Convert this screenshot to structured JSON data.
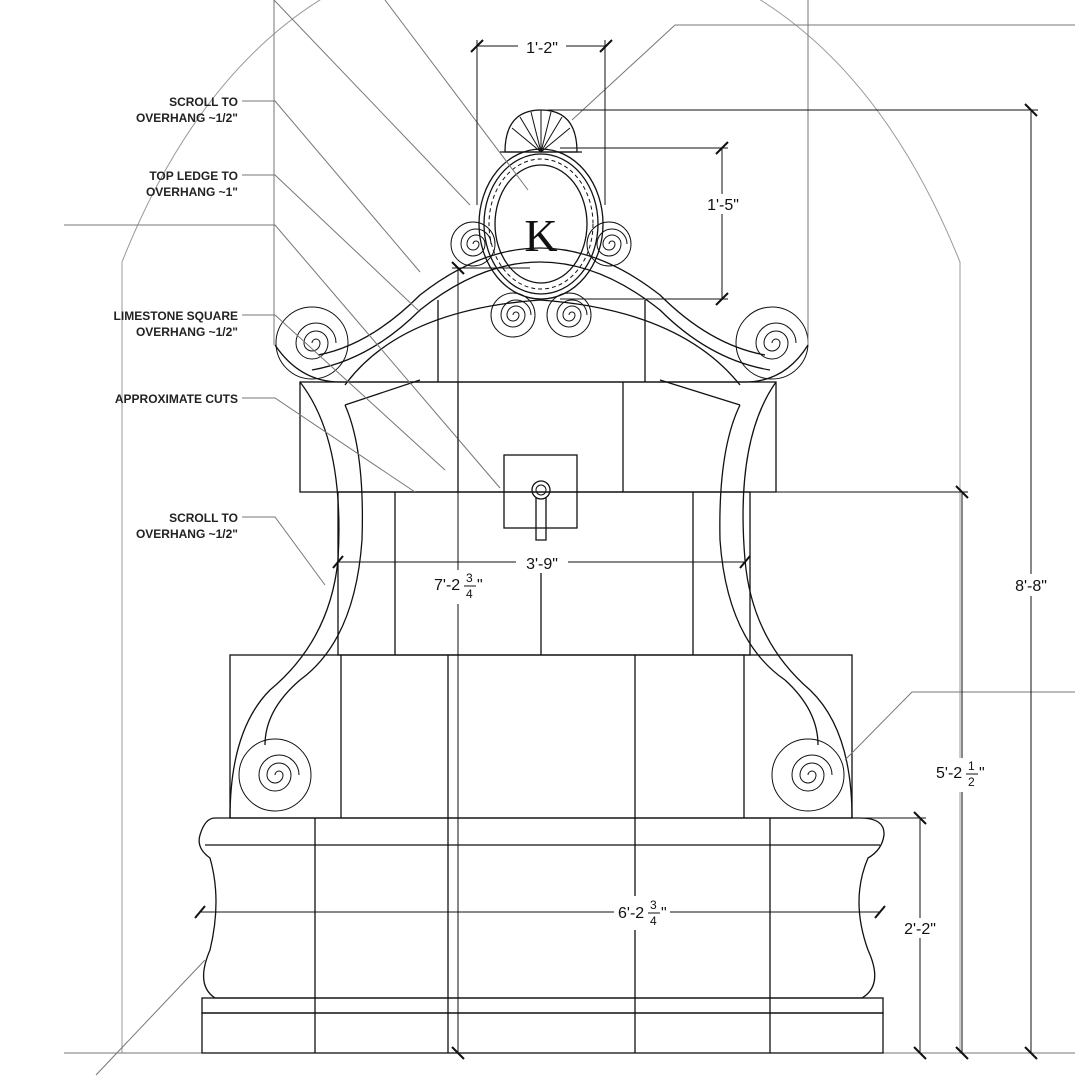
{
  "drawing": {
    "monogram": "K",
    "notes": [
      {
        "l1": "SCROLL TO",
        "l2": "OVERHANG ~1/2\""
      },
      {
        "l1": "TOP LEDGE TO",
        "l2": "OVERHANG ~1\""
      },
      {
        "l1": "LIMESTONE SQUARE",
        "l2": "OVERHANG ~1/2\""
      },
      {
        "l1": "APPROXIMATE CUTS",
        "l2": ""
      },
      {
        "l1": "SCROLL TO",
        "l2": "OVERHANG ~1/2\""
      }
    ],
    "dimensions": {
      "crest_width": "1'-2\"",
      "medallion_height": "1'-5\"",
      "overall_height": "8'-8\"",
      "body_width": "3'-9\"",
      "center_height_whole": "7'-2",
      "center_height_num": "3",
      "center_height_den": "4",
      "center_height_unit": "\"",
      "spout_height_whole": "5'-2",
      "spout_height_num": "1",
      "spout_height_den": "2",
      "spout_height_unit": "\"",
      "basin_width_whole": "6'-2",
      "basin_width_num": "3",
      "basin_width_den": "4",
      "basin_width_unit": "\"",
      "basin_height": "2'-2\""
    }
  }
}
